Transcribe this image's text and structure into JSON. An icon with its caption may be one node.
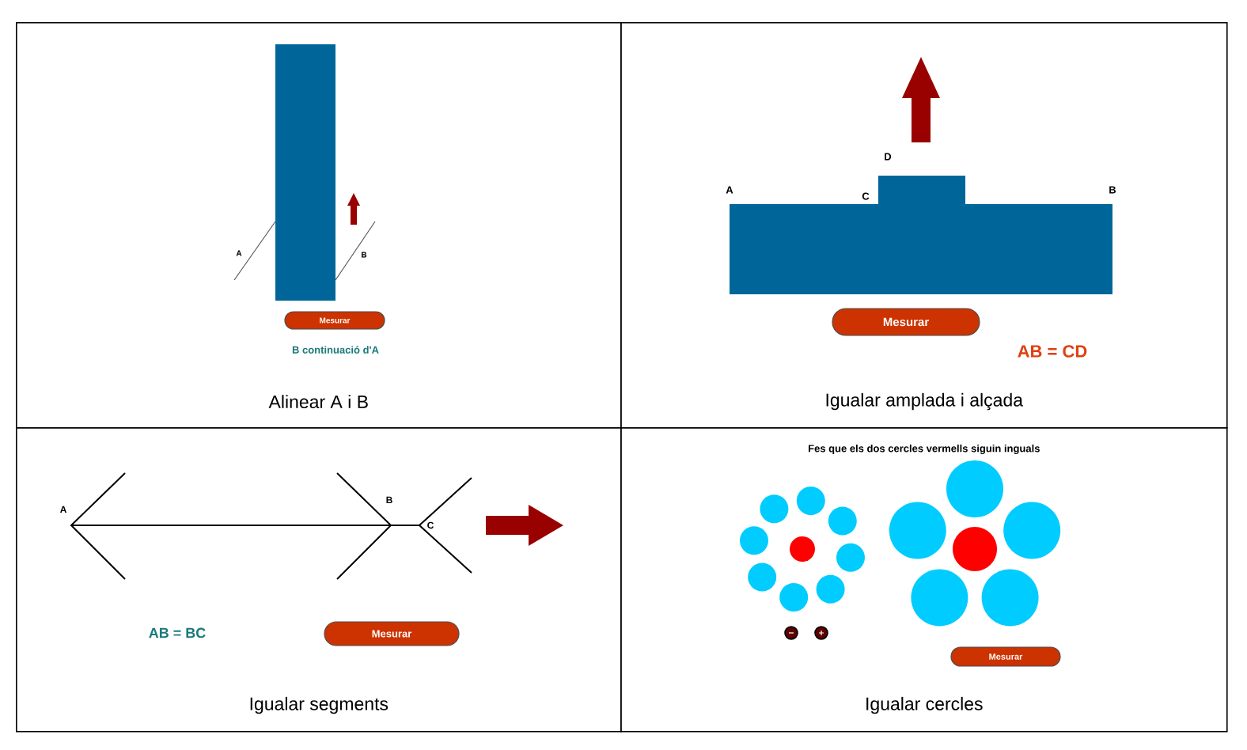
{
  "diagram": {
    "nodes": [
      {
        "text": [
          "Alinear A i B"
        ]
      },
      {
        "text": [
          "Mesurar"
        ],
        "in": 0
      },
      {
        "text": [
          "Igualar amplada i alçada"
        ]
      },
      {
        "text": [
          "Mesurar"
        ],
        "in": 2
      },
      {
        "text": [
          "Igualar segments"
        ]
      },
      {
        "text": [
          "Mesurar"
        ],
        "in": 4
      },
      {
        "text": [
          "Fes que els dos cercles vermells siguin inguals",
          "Igualar cercles"
        ]
      },
      {
        "text": [
          "Mesurar"
        ],
        "in": 6
      }
    ],
    "labels": [
      "A",
      "B",
      "B continuació d'A",
      "A",
      "C",
      "D",
      "B",
      "AB = CD",
      "A",
      "B",
      "C",
      "AB = BC"
    ]
  }
}
